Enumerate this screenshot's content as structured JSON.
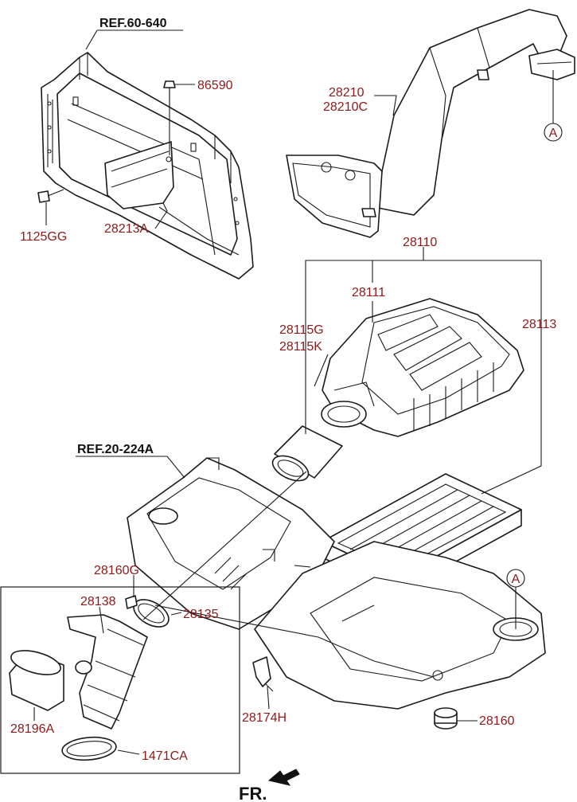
{
  "refs": {
    "ref_60_640": "REF.60-640",
    "ref_20_224a": "REF.20-224A"
  },
  "labels": {
    "p86590": "86590",
    "p1125gg": "1125GG",
    "p28213a": "28213A",
    "p28210": "28210",
    "p28210c": "28210C",
    "p28110": "28110",
    "p28111": "28111",
    "p28113": "28113",
    "p28115g": "28115G",
    "p28115k": "28115K",
    "p28160g": "28160G",
    "p28138": "28138",
    "p28135": "28135",
    "p28196a": "28196A",
    "p1471ca": "1471CA",
    "p28174h": "28174H",
    "p28160": "28160"
  },
  "markers": {
    "a_top": "A",
    "a_bottom": "A"
  },
  "direction": {
    "front": "FR."
  },
  "colors": {
    "label": "#8b1a1a",
    "line": "#1a1a1a"
  }
}
